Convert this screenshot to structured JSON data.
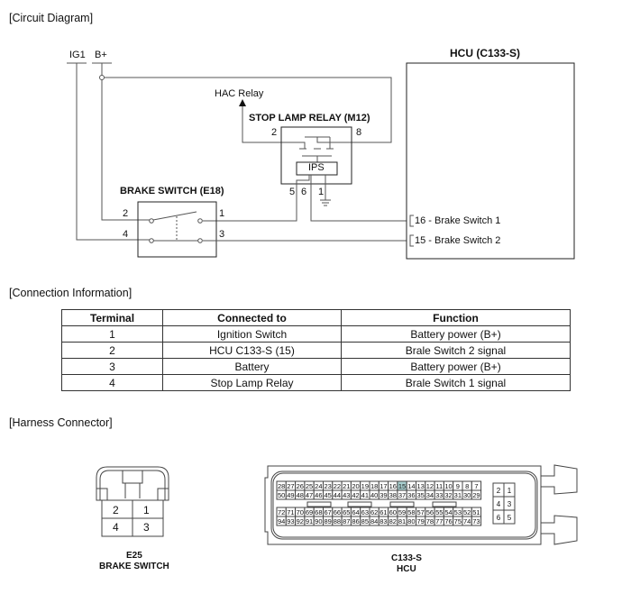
{
  "sections": {
    "circuit": "[Circuit Diagram]",
    "connection": "[Connection Information]",
    "harness": "[Harness Connector]"
  },
  "circuit": {
    "ig1": "IG1",
    "bplus": "B+",
    "hac_relay": "HAC Relay",
    "relay_title": "STOP LAMP RELAY (M12)",
    "relay_pins": {
      "p2": "2",
      "p8": "8",
      "p5": "5",
      "p6": "6",
      "p1": "1"
    },
    "ips": "IPS",
    "switch_title": "BRAKE SWITCH (E18)",
    "switch_pins": {
      "p2": "2",
      "p4": "4",
      "p1": "1",
      "p3": "3"
    },
    "hcu_title": "HCU (C133-S)",
    "hcu_pin16": "16 - Brake Switch 1",
    "hcu_pin15": "15 - Brake Switch 2"
  },
  "table": {
    "headers": [
      "Terminal",
      "Connected to",
      "Function"
    ],
    "rows": [
      [
        "1",
        "Ignition Switch",
        "Battery power (B+)"
      ],
      [
        "2",
        "HCU C133-S (15)",
        "Brale Switch 2 signal"
      ],
      [
        "3",
        "Battery",
        "Battery power (B+)"
      ],
      [
        "4",
        "Stop Lamp Relay",
        "Brale Switch 1 signal"
      ]
    ]
  },
  "e25": {
    "pins": [
      "2",
      "1",
      "4",
      "3"
    ],
    "code": "E25",
    "name": "BRAKE SWITCH"
  },
  "c133": {
    "code": "C133-S",
    "name": "HCU",
    "highlight": "15",
    "highlight_color": "#a9cfcf",
    "rows": [
      [
        "28",
        "27",
        "26",
        "25",
        "24",
        "23",
        "22",
        "21",
        "20",
        "19",
        "18",
        "17",
        "16",
        "15",
        "14",
        "13",
        "12",
        "11",
        "10",
        "9",
        "8",
        "7"
      ],
      [
        "50",
        "49",
        "48",
        "47",
        "46",
        "45",
        "44",
        "43",
        "42",
        "41",
        "40",
        "39",
        "38",
        "37",
        "36",
        "35",
        "34",
        "33",
        "32",
        "31",
        "30",
        "29"
      ],
      [
        "72",
        "71",
        "70",
        "69",
        "68",
        "67",
        "66",
        "65",
        "64",
        "63",
        "62",
        "61",
        "60",
        "59",
        "58",
        "57",
        "56",
        "55",
        "54",
        "53",
        "52",
        "51"
      ],
      [
        "94",
        "93",
        "92",
        "91",
        "90",
        "89",
        "88",
        "87",
        "86",
        "85",
        "84",
        "83",
        "82",
        "81",
        "80",
        "79",
        "78",
        "77",
        "76",
        "75",
        "74",
        "73"
      ]
    ],
    "side": [
      [
        "2",
        "1"
      ],
      [
        "4",
        "3"
      ],
      [
        "6",
        "5"
      ]
    ]
  }
}
